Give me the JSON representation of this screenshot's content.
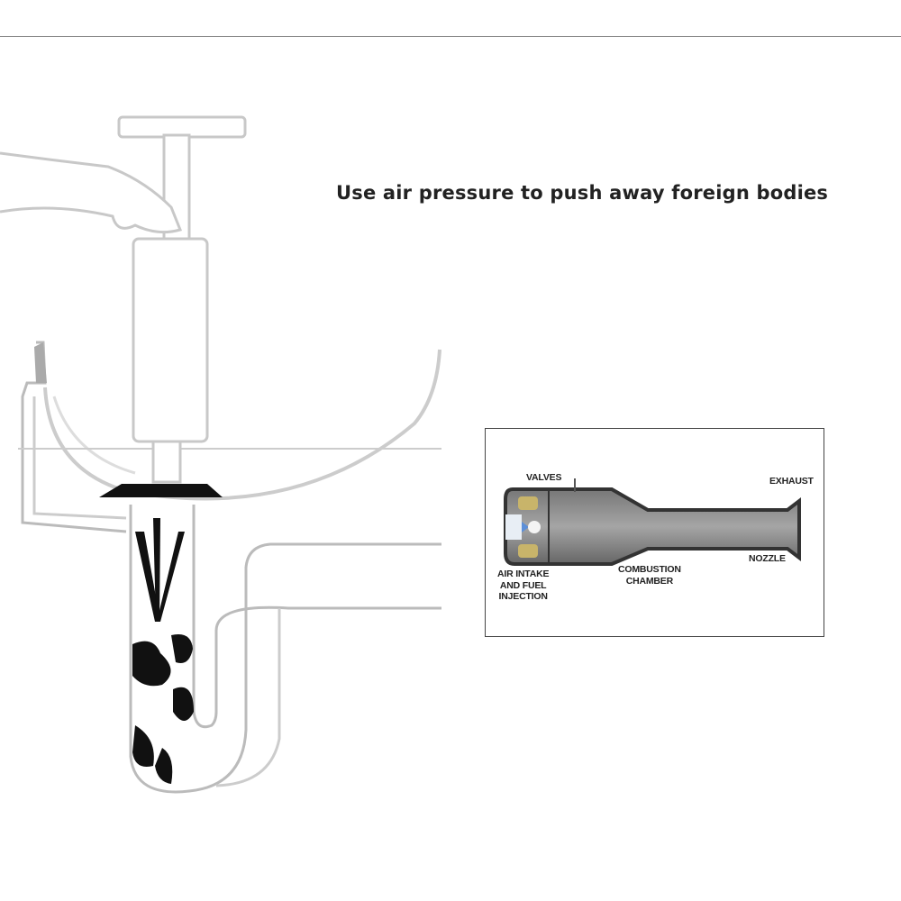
{
  "headline": "Use air pressure to push away foreign bodies",
  "inset": {
    "labels": {
      "valves": "VALVES",
      "exhaust": "EXHAUST",
      "nozzle": "NOZZLE",
      "combustion_chamber_1": "COMBUSTION",
      "combustion_chamber_2": "CHAMBER",
      "air_intake_1": "AIR INTAKE",
      "air_intake_2": "AND FUEL",
      "air_intake_3": "INJECTION"
    }
  }
}
